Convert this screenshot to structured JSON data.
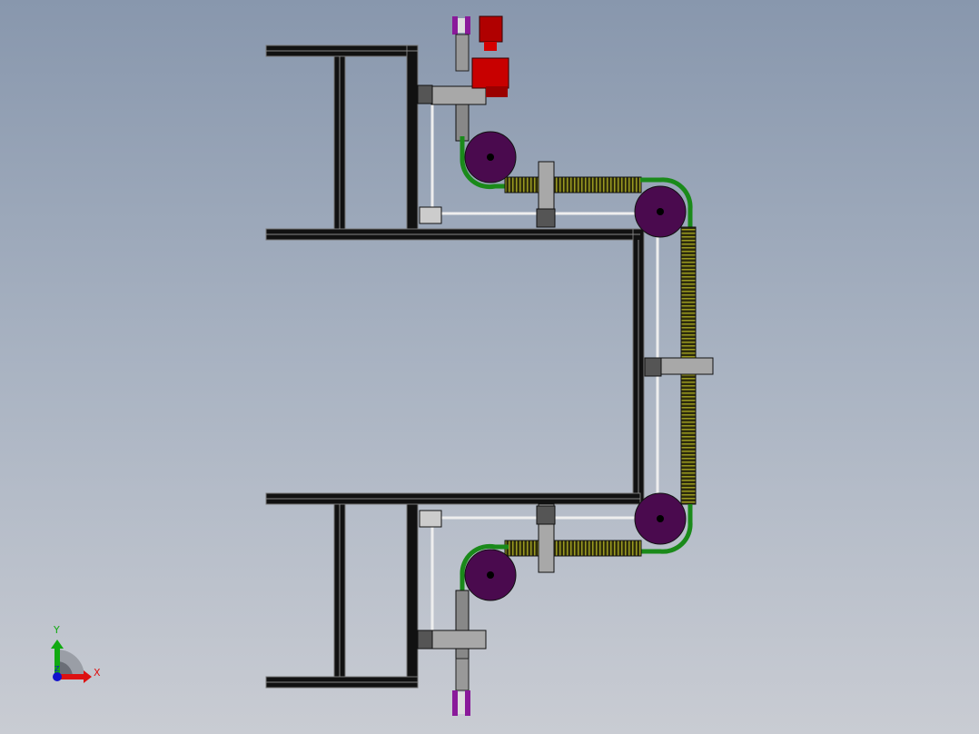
{
  "viewport": {
    "triad": {
      "x_label": "X",
      "y_label": "Y",
      "z_label": "Z"
    },
    "colors": {
      "frame": "#111111",
      "frame_edge": "#8a8a8a",
      "roller": "#4a0a4e",
      "chain": "#3c3a10",
      "chain_highlight": "#9a9a20",
      "guide": "#1a8a1a",
      "motor": "#c80000",
      "bracket": "#a8a8a8",
      "pulley": "#8a1a9a",
      "axis_x": "#dd1111",
      "axis_y": "#11aa11",
      "axis_z": "#1111cc"
    }
  }
}
